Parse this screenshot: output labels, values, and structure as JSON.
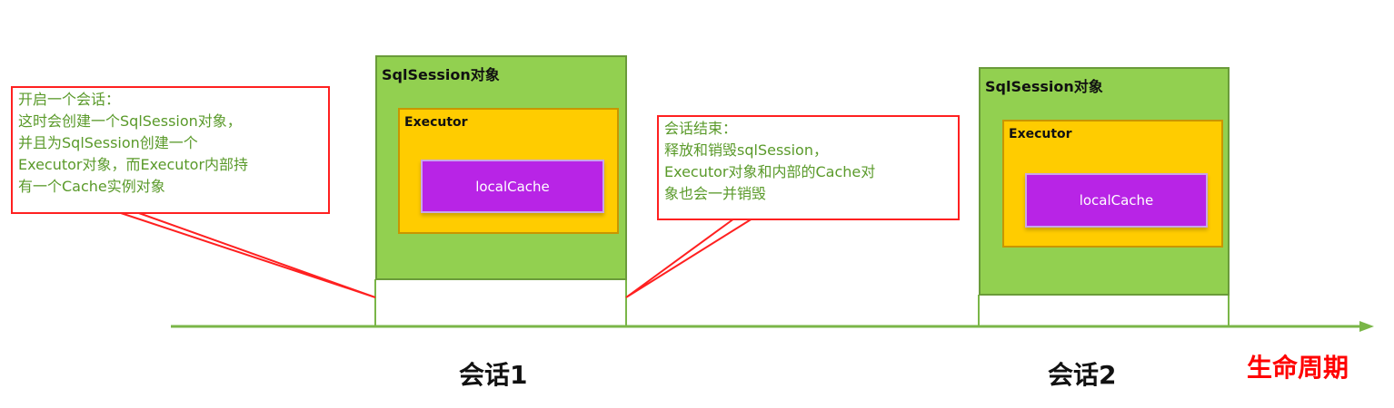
{
  "sessions": [
    {
      "title": "SqlSession对象",
      "executor": "Executor",
      "cache": "localCache",
      "label": "会话1"
    },
    {
      "title": "SqlSession对象",
      "executor": "Executor",
      "cache": "localCache",
      "label": "会话2"
    }
  ],
  "callouts": {
    "start": "开启一个会话：\n这时会创建一个SqlSession对象，\n并且为SqlSession创建一个\nExecutor对象，而Executor内部持\n有一个Cache实例对象",
    "end": "会话结束：\n释放和销毁sqlSession，\nExecutor对象和内部的Cache对\n象也会一并销毁"
  },
  "axis_label": "生命周期",
  "colors": {
    "session": "#92d050",
    "executor": "#ffcc00",
    "cache": "#b824e6",
    "callout_border": "#ff2020",
    "axis": "#7ab648",
    "axis_label": "#ff0000"
  }
}
